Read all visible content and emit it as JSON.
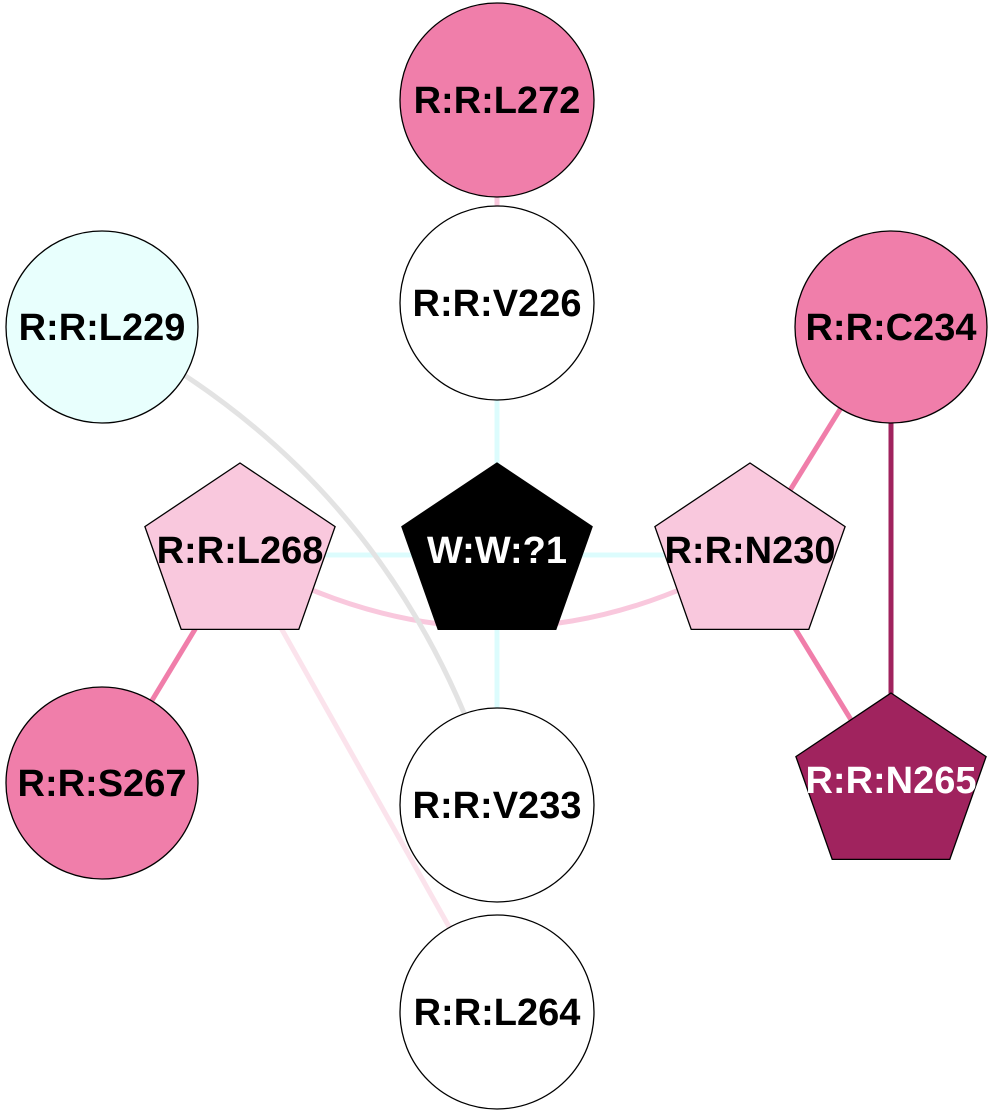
{
  "title": "Residue interaction network",
  "nodes": [
    {
      "id": "L272",
      "label": "R:R:L272",
      "shape": "circle",
      "fill": "#f07eaa",
      "text_color": "#000000"
    },
    {
      "id": "V226",
      "label": "R:R:V226",
      "shape": "circle",
      "fill": "#ffffff",
      "text_color": "#000000"
    },
    {
      "id": "L229",
      "label": "R:R:L229",
      "shape": "circle",
      "fill": "#e8fffd",
      "text_color": "#000000"
    },
    {
      "id": "C234",
      "label": "R:R:C234",
      "shape": "circle",
      "fill": "#f07eaa",
      "text_color": "#000000"
    },
    {
      "id": "L268",
      "label": "R:R:L268",
      "shape": "pentagon",
      "fill": "#f9c8dd",
      "text_color": "#000000"
    },
    {
      "id": "W1",
      "label": "W:W:?1",
      "shape": "pentagon",
      "fill": "#000000",
      "text_color": "#ffffff"
    },
    {
      "id": "N230",
      "label": "R:R:N230",
      "shape": "pentagon",
      "fill": "#f9c8dd",
      "text_color": "#000000"
    },
    {
      "id": "S267",
      "label": "R:R:S267",
      "shape": "circle",
      "fill": "#f07eaa",
      "text_color": "#000000"
    },
    {
      "id": "V233",
      "label": "R:R:V233",
      "shape": "circle",
      "fill": "#ffffff",
      "text_color": "#000000"
    },
    {
      "id": "N265",
      "label": "R:R:N265",
      "shape": "pentagon",
      "fill": "#a0235e",
      "text_color": "#ffffff"
    },
    {
      "id": "L264",
      "label": "R:R:L264",
      "shape": "circle",
      "fill": "#ffffff",
      "text_color": "#000000"
    }
  ],
  "edges": [
    {
      "source": "V226",
      "target": "L272",
      "color": "#f9c8dd"
    },
    {
      "source": "V226",
      "target": "W1",
      "color": "#dcfcfd"
    },
    {
      "source": "W1",
      "target": "V233",
      "color": "#dcfcfd"
    },
    {
      "source": "L268",
      "target": "W1",
      "color": "#dcfcfd"
    },
    {
      "source": "W1",
      "target": "N230",
      "color": "#dcfcfd"
    },
    {
      "source": "L268",
      "target": "N230",
      "color": "#f9c8dd",
      "curved": true
    },
    {
      "source": "L229",
      "target": "V233",
      "color": "#e3e3e3",
      "curved": true
    },
    {
      "source": "L268",
      "target": "S267",
      "color": "#f07eaa"
    },
    {
      "source": "L268",
      "target": "L264",
      "color": "#fbe3ec"
    },
    {
      "source": "N230",
      "target": "C234",
      "color": "#f07eaa"
    },
    {
      "source": "N230",
      "target": "N265",
      "color": "#f07eaa"
    },
    {
      "source": "C234",
      "target": "N265",
      "color": "#a0235e"
    }
  ]
}
